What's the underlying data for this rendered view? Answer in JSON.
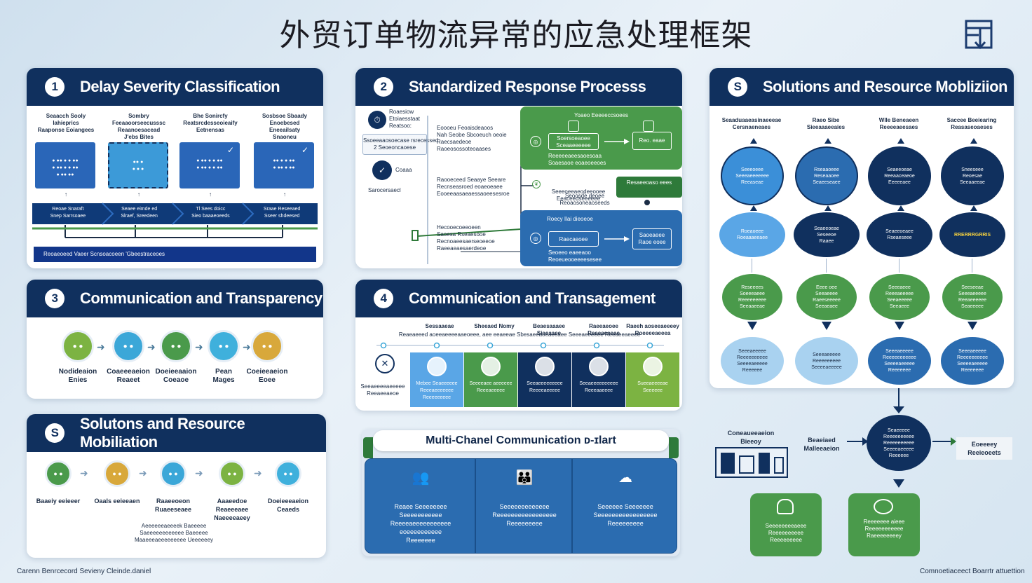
{
  "page_title": "外贸订单物流异常的应急处理框架",
  "panel1": {
    "number": "1",
    "title": "Delay Severity Classification",
    "columns": [
      {
        "header": "Seaacch Sooly\nlahieprics\nRaaponse Eoiangees",
        "content": "● ●● ● ● ●●\n● ●● ● ● ●●\n● ●● ●●"
      },
      {
        "header": "Sombry\nFeeaaoorseecusssc\nReaanoesacead\nJ'ebs Bites",
        "content": "●● ●\n● ● ●"
      },
      {
        "header": "Bhe Sonircfy\nReatsrcdesseoieaify\nEetnensas",
        "content": "● ●● ● ● ●●\n● ●● ● ● ●●"
      },
      {
        "header": "Sosbsoe Sbaady\nEnoebesed\nEneeailsaty\nSnaoneu",
        "content": "●● ● ● ●●\n● ●● ● ●●"
      }
    ],
    "band": [
      "Reoae Snaraft\nSnep Sarrsoaee",
      "Seaee eimde ed\nSlraef, Sreedeen",
      "Tl Sees doicc\nSieo baaaeoeeds",
      "Sraae Reseeaed\nSseer shdeesed"
    ],
    "footer": "Reoaeoeed Vaeer Scnsoacoeen 'Gbeestraceoes"
  },
  "panel2": {
    "number": "2",
    "title": "Standardized Response Processs",
    "left_items": [
      "Roaesiow\nEtoiaesstaat\nReatsoo:",
      "Ssoeeaaosoecase rsrecessed\n2 Seoeoncaoese",
      "Coaaa",
      "Sarocersaecl"
    ],
    "middle_items": [
      "Eoooeu Feoaisdeaoos\nNah Seobe Sbcoeuch oeoie\nRaecsaedeoe\nRaoeosossoteoaases",
      "Raooeceed Seaaye Seeare\nRecnseasroed eoaeoeaee\nEooeeaasaeaessaoeesesroe",
      "Hecooecoeeoeen\nSaoesa Rseaesooe\nRecnoaeesaerseoeeoe\nRaeeaeaesaerdeoe"
    ],
    "green_box": {
      "title": "Yoaeo Eeeeeccsoees",
      "a": "Soersoeaoee\nSceaaeeeeee",
      "b": "Reo. eaae",
      "sub": "Reeeeeaeesaoesoaa\nSoaesaoe eoaeoeeoes"
    },
    "green_strip": {
      "title": "Resaeeoaso eees",
      "sub": "Seeeoeeaeodeeooee\nEeaceedseeeeee"
    },
    "mid_label": "Seoosde deoee\nReoaosoneaoseeds",
    "blue_box": {
      "title": "Roecy Ilai dieoeoe",
      "a": "Raecaeoee",
      "b": "Saoeaeee\nRaoe eoee",
      "sub": "Seoeeo eaeeaoo\nReoeueooeeeesesee"
    }
  },
  "panel3s": {
    "number": "S",
    "title": "Solutions and Resource Mobliziion",
    "col_headers": [
      "Seaaduaaeasinaeeeae\nCersnaeneaes",
      "Raeo Sibe\nSieeaaaeeaies",
      "Wlle Beneaeen\nReeeeaeesaes",
      "Saccee Beeiearing\nReasaseoaeses"
    ],
    "row1": [
      "Seeeoeee\nSeeeaeeeeeee\nReeaseae",
      "Rseaaoeee\nReseaaoee\nSeaeeseaee",
      "Seaeeoeae\nReeaaceaeoe\nEeeeeaee",
      "Sneeseee\nReoesae\nSeeaaeeae"
    ],
    "row2": [
      "Roeaoeee\nRoeaaaeeaee",
      "Seaeeoeae\nSeseeoe\nRaaee",
      "Seaeeoeaee\nRseaeseee",
      "RRERRRGRRIS"
    ],
    "row3": [
      "Reseeees\nSoeeeaeee\nReeeeeeeee\nSeeaaeeae",
      "Eeee oee\nSeeaeeee\nRaeeseeeee\nSeeaeaee",
      "Seeeaeee\nReeeaeeeee\nSeeaeeeee\nSeeaeee",
      "Seeseeae\nSeeeaeeeee\nReeaeeeeee\nSeaeeeee"
    ],
    "row4": [
      "Seeeaeeeee\nReeeeeeeeee\nSeeeeaeeeee\nReeeeee",
      "Seeeaeeeee\nReeeeeeeee\nSeeeeaeeeee",
      "Seeeaeeeee\nReeeeeeeeeee\nSeeeeaeeeee\nReeeeeee",
      "Seeeaeeeee\nReeeeeeeeee\nSeeeeaeeeee\nReeeeeee"
    ]
  },
  "bottom_right": {
    "left_label": "Coneaueeaeion\nBieeoy",
    "mid_label": "Beaeiaed\nMalleeaeion",
    "right_label": "Eoeeeey\nReeieoeets",
    "hub": "Seaeeeee\nReeeeeeeeee\nReeeeeeeeee\nSeeeeaeeeee\nReeeeee",
    "card_left": "Seeeeeeeeaeee\nReeeeeeeeee\nReeeeeeeee",
    "card_right": "Reeeeeee aieee\nReeeeeeeeeee\nRaeeeeeeeey"
  },
  "panel3": {
    "number": "3",
    "title": "Communication and Transparency",
    "items": [
      {
        "label": "Nodideaion\nEnies",
        "color": "#7cb342"
      },
      {
        "label": "Coaeeeaeion\nReaeet",
        "color": "#3ba7d8"
      },
      {
        "label": "Doeieeaaion\nCoeaoe",
        "color": "#4a9a4b"
      },
      {
        "label": "Pean\nMages",
        "color": "#3fb0dc"
      },
      {
        "label": "Coeieeaeion\nEoee",
        "color": "#d8a83b"
      }
    ]
  },
  "panel4": {
    "number": "4",
    "title": "Communication and Transagement",
    "header_labels": [
      "Sessaaeae",
      "Sheeaed Nomy",
      "Beaesaaaee\nSieeaaee",
      "Raeeaeoee\nReeeaeeeae",
      "Raeeh aoseeaeeeey\nRoeeeeaeeea"
    ],
    "header_line": "Reaeaeeed aoeeaeeeeaaeoeee, aee eeaeeae  Sbesaeeaoeaeeaee  Seeeaeeeeee  Reeaeeaeeee",
    "left_label": "Seeaeeeeaeeeee\nReeaeeaeoe",
    "cards": [
      {
        "text": "Mebee Seaeeeeee\nReeeaeeeeeee\nReeeeeeeee",
        "color": "#5aa6e6"
      },
      {
        "text": "Seeeeaee aeeeeee\nReeeaeeeee",
        "color": "#4a9a4b"
      },
      {
        "text": "Seeaeeeeeeeee\nReeeeaeeeee",
        "color": "#10305e"
      },
      {
        "text": "Seeaeeeeeeeeee\nReeeaaeeee",
        "color": "#10305e"
      },
      {
        "text": "Sueeaeeeeae\nSeeeeee",
        "color": "#7cb342"
      }
    ]
  },
  "panel5": {
    "number": "S",
    "title": "Solutons and Resource Mobiliation",
    "items": [
      {
        "label": "Baaeiy eeieeer",
        "color": "#4a9a4b"
      },
      {
        "label": "Oaals eeieeaen",
        "color": "#d8a83b"
      },
      {
        "label": "Raaeeoeon\nRuaeeseaee",
        "color": "#3ba7d8"
      },
      {
        "label": "Aaaeedoe\nReaeeeaee\nNaeeeeaeey",
        "color": "#7cb342"
      },
      {
        "label": "Doeieeeaeion\nCeaeds",
        "color": "#3fb0dc"
      }
    ],
    "footer": "Aeeeeeeaeeeek Baeeeee\nSaeeeeeeeeeeee Baeeeee\nMaaeeeaeeeeeeeee Ueeeeeey"
  },
  "multichannel": {
    "title": "Multi-Chanel Communication ᴅ-ɪlart",
    "cols": [
      {
        "text": "Reaee Seeeeeeee\nSeeeeeeeeeee\nReeeeaeeeeeeeeeee\neoeeeeeeeeee\nReeeeeee"
      },
      {
        "text": "Seeeeeeeeeeeee\nReeeeeeeeeeeeeeeee\nReeeeeeeee"
      },
      {
        "text": "Seeeeee Seeeeeee\nSeeeeeeeeeeeeeeeee\nReeeeeeeee"
      }
    ]
  },
  "footer_left": "Carenn Benrcecord Sevieny Cleinde.daniel",
  "footer_right": "Comnoetiaceect Boarrtr attuettion",
  "colors": {
    "navy": "#10305e",
    "blue": "#2b6cb0",
    "green": "#4a9a4b",
    "light_blue": "#3ba7d8"
  }
}
